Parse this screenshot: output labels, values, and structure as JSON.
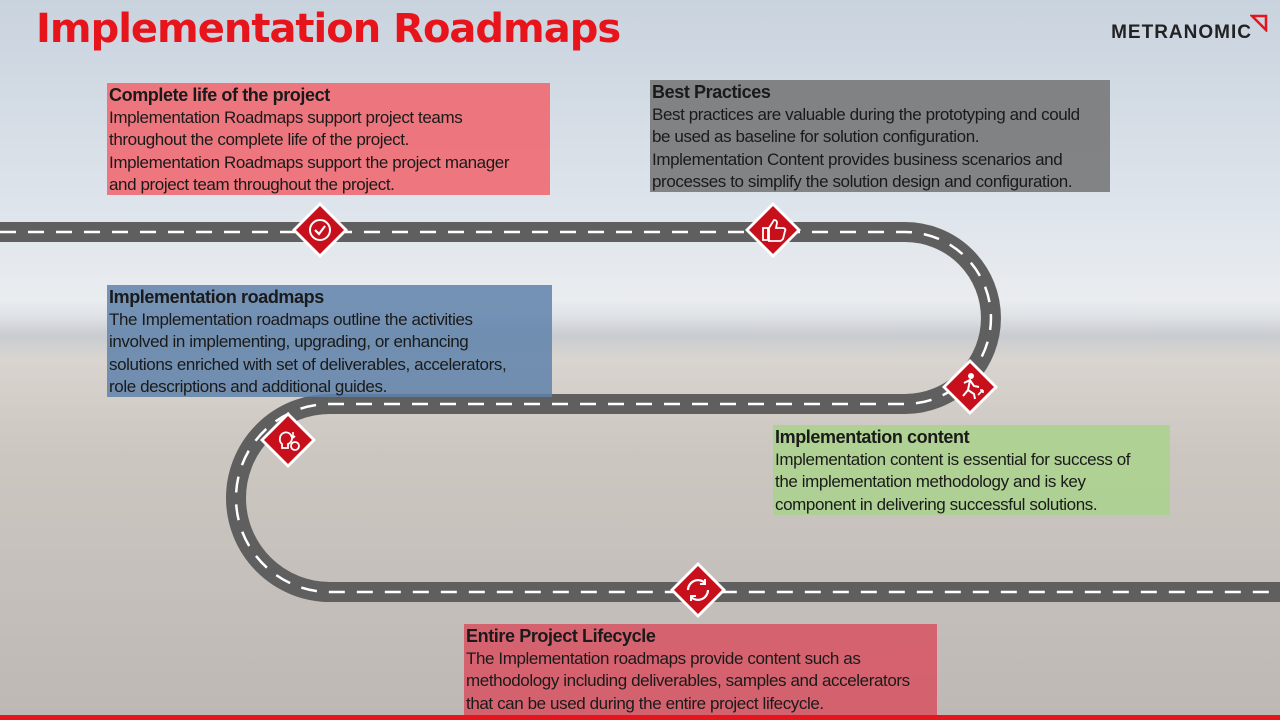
{
  "title": "Implementation Roadmaps",
  "logo": "METRANOMIC",
  "colors": {
    "accent": "#e8141c",
    "road": "#5f5f5f",
    "marker": "#c8101c"
  },
  "boxes": {
    "complete_life": {
      "heading": "Complete life of the project",
      "lines": [
        "Implementation Roadmaps support project teams",
        "throughout the complete life of the project.",
        "Implementation Roadmaps support the project manager",
        "and project team throughout the project."
      ]
    },
    "best_practices": {
      "heading": "Best Practices",
      "lines": [
        "Best practices are valuable during the prototyping and could",
        "be used as baseline for solution configuration.",
        "Implementation Content provides business scenarios and",
        "processes to simplify the solution design and configuration."
      ]
    },
    "roadmaps": {
      "heading": "Implementation roadmaps",
      "lines": [
        "The Implementation roadmaps outline the activities",
        "involved in implementing, upgrading, or enhancing",
        "solutions enriched with set of deliverables, accelerators,",
        "role descriptions and additional guides."
      ]
    },
    "content": {
      "heading": "Implementation content",
      "lines": [
        "Implementation content is essential for success of",
        "the implementation methodology and is key",
        "component in delivering successful solutions."
      ]
    },
    "lifecycle": {
      "heading": "Entire Project Lifecycle",
      "lines": [
        "The Implementation roadmaps provide content such as",
        "methodology including deliverables, samples and accelerators",
        "that can be used during the entire project lifecycle."
      ]
    }
  },
  "markers": [
    "check-circle-icon",
    "thumbs-up-icon",
    "running-person-icon",
    "lightbulb-gear-icon",
    "cycle-icon"
  ]
}
